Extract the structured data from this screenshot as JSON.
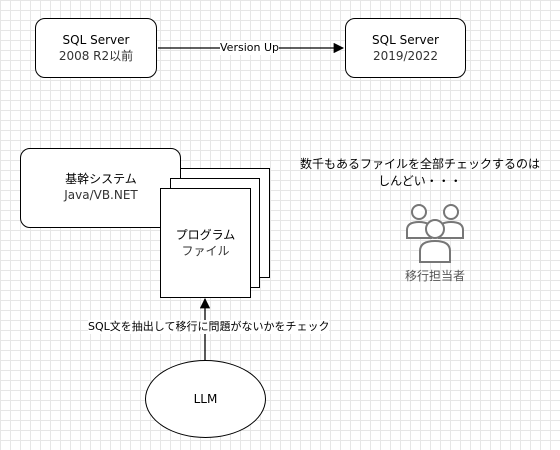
{
  "nodes": {
    "legacy_server": {
      "title": "SQL Server",
      "subtitle": "2008 R2以前"
    },
    "new_server": {
      "title": "SQL Server",
      "subtitle": "2019/2022"
    },
    "core_system": {
      "title": "基幹システム",
      "subtitle": "Java/VB.NET"
    },
    "program_files": {
      "title": "プログラム",
      "subtitle": "ファイル"
    },
    "llm": {
      "label": "LLM"
    }
  },
  "edges": {
    "version_up": "Version Up",
    "llm_check": "SQL文を抽出して移行に問題がないかをチェック"
  },
  "note": {
    "line1": "数千もあるファイルを全部チェックするのは",
    "line2": "しんどい・・・"
  },
  "actor": {
    "label": "移行担当者",
    "icon": "users-icon"
  }
}
